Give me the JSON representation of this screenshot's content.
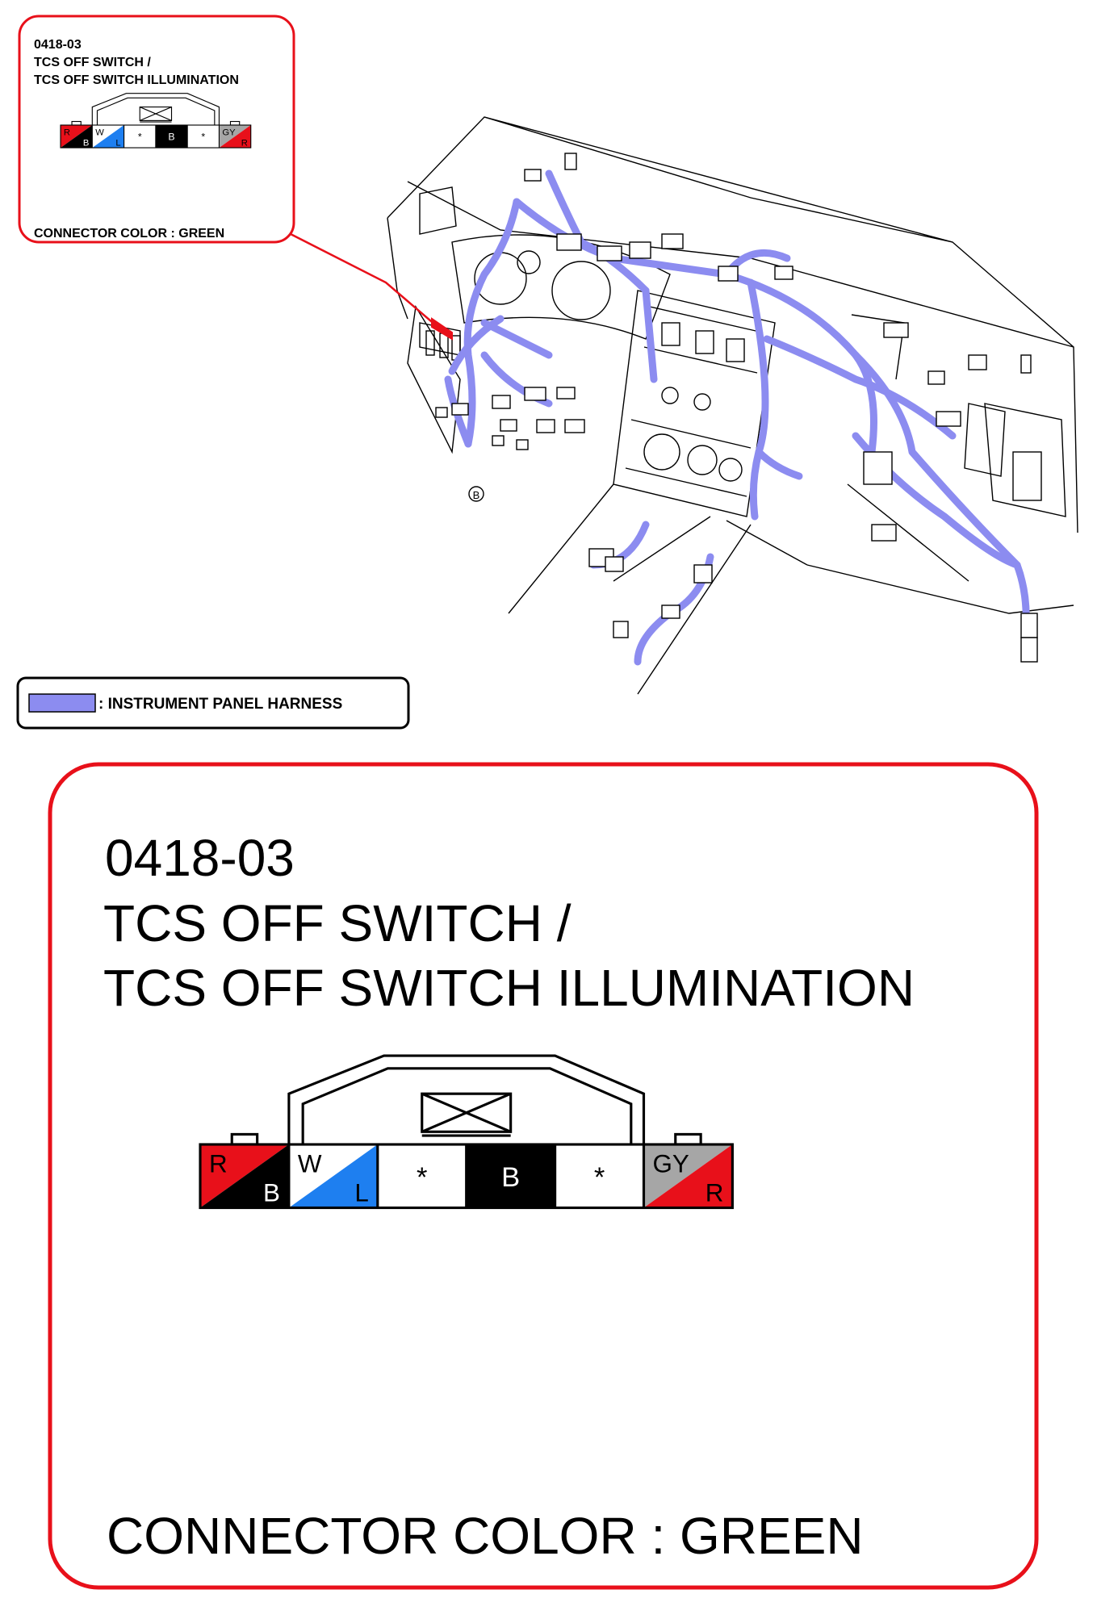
{
  "colors": {
    "harness": "#8c8cf0",
    "callout_border": "#e8101a",
    "red": "#e8101a",
    "blue": "#1e7ff0",
    "black": "#000000",
    "gray": "#a6a6a6",
    "white": "#ffffff"
  },
  "small_callout": {
    "code": "0418-03",
    "title_line1": "TCS OFF SWITCH /",
    "title_line2": "TCS OFF SWITCH ILLUMINATION",
    "connector_color": "CONNECTOR COLOR : GREEN"
  },
  "legend": {
    "label": ": INSTRUMENT PANEL HARNESS"
  },
  "marker": {
    "label": "B"
  },
  "large_callout": {
    "code": "0418-03",
    "title_line1": "TCS OFF SWITCH /",
    "title_line2": "TCS OFF SWITCH ILLUMINATION",
    "connector_color": "CONNECTOR COLOR : GREEN"
  },
  "connector_pins": [
    {
      "top": "R",
      "bottom": "B",
      "top_color": "red",
      "bottom_color": "black"
    },
    {
      "top": "W",
      "bottom": "L",
      "top_color": "white",
      "bottom_color": "blue"
    },
    {
      "label": "*",
      "color": "white"
    },
    {
      "label": "B",
      "color": "black"
    },
    {
      "label": "*",
      "color": "white"
    },
    {
      "top": "GY",
      "bottom": "R",
      "top_color": "gray",
      "bottom_color": "red"
    }
  ]
}
